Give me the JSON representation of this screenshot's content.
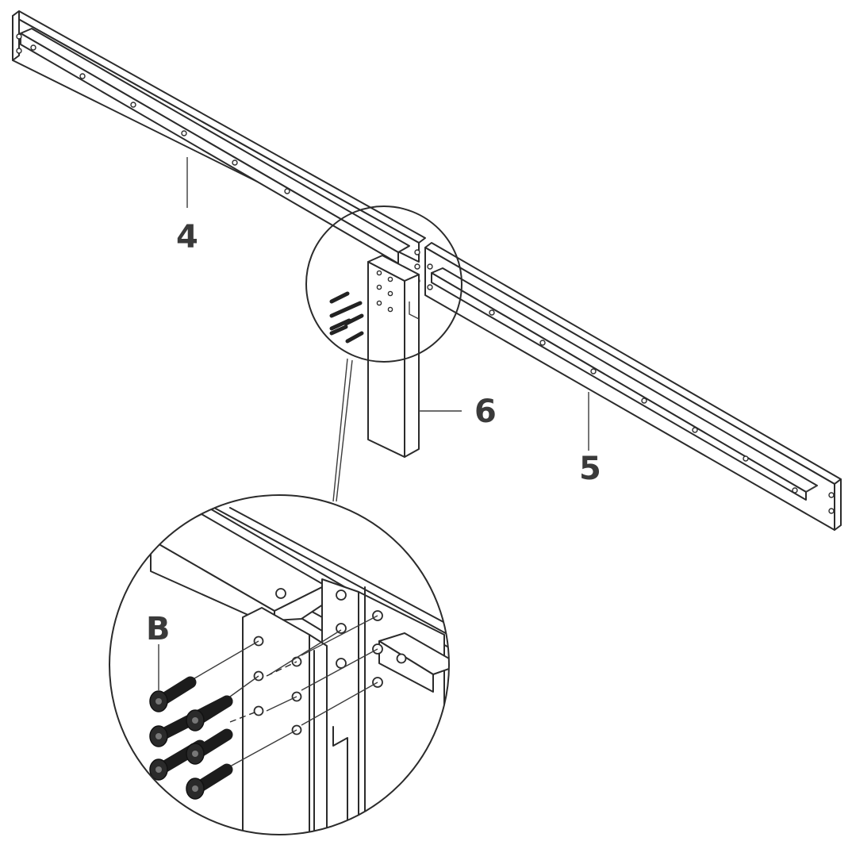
{
  "labels": {
    "part_4": "4",
    "part_5": "5",
    "part_6": "6",
    "hardware_b": "B"
  },
  "colors": {
    "line": "#2b2b2b",
    "label": "#3a3a3a",
    "background": "#ffffff"
  },
  "icons": {
    "bolt": "socket-head-bolt-icon"
  }
}
